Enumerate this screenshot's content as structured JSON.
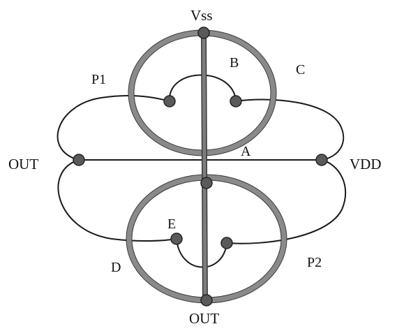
{
  "labels": {
    "vss": "Vss",
    "b": "B",
    "c": "C",
    "p1": "P1",
    "out_left": "OUT",
    "a": "A",
    "vdd": "VDD",
    "e": "E",
    "d": "D",
    "p2": "P2",
    "out_bottom": "OUT"
  },
  "colors": {
    "thin_line": "#1a1a1a",
    "thick_ring": "#8a8a8a",
    "node_dot": "#5a5a5a"
  }
}
